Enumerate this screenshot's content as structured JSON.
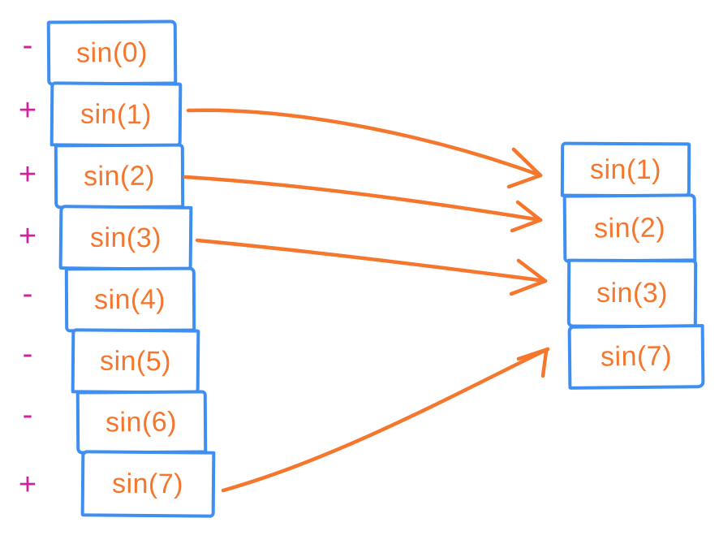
{
  "diagram": {
    "description": "hand-drawn filter diagram: signed sine values compacted to positive entries",
    "colors": {
      "box_border": "#3f8ef1",
      "label_text": "#f5762d",
      "arrow": "#f5762d",
      "sign_text": "#d1219d",
      "background": "#ffffff"
    },
    "left_stack": {
      "items": [
        {
          "label": "sin(0)",
          "sign": "-"
        },
        {
          "label": "sin(1)",
          "sign": "+"
        },
        {
          "label": "sin(2)",
          "sign": "+"
        },
        {
          "label": "sin(3)",
          "sign": "+"
        },
        {
          "label": "sin(4)",
          "sign": "-"
        },
        {
          "label": "sin(5)",
          "sign": "-"
        },
        {
          "label": "sin(6)",
          "sign": "-"
        },
        {
          "label": "sin(7)",
          "sign": "+"
        }
      ]
    },
    "right_stack": {
      "items": [
        {
          "label": "sin(1)"
        },
        {
          "label": "sin(2)"
        },
        {
          "label": "sin(3)"
        },
        {
          "label": "sin(7)"
        }
      ]
    },
    "mappings": [
      {
        "from": "sin(1)",
        "to": "sin(1)"
      },
      {
        "from": "sin(2)",
        "to": "sin(2)"
      },
      {
        "from": "sin(3)",
        "to": "sin(3)"
      },
      {
        "from": "sin(7)",
        "to": "sin(7)"
      }
    ]
  }
}
